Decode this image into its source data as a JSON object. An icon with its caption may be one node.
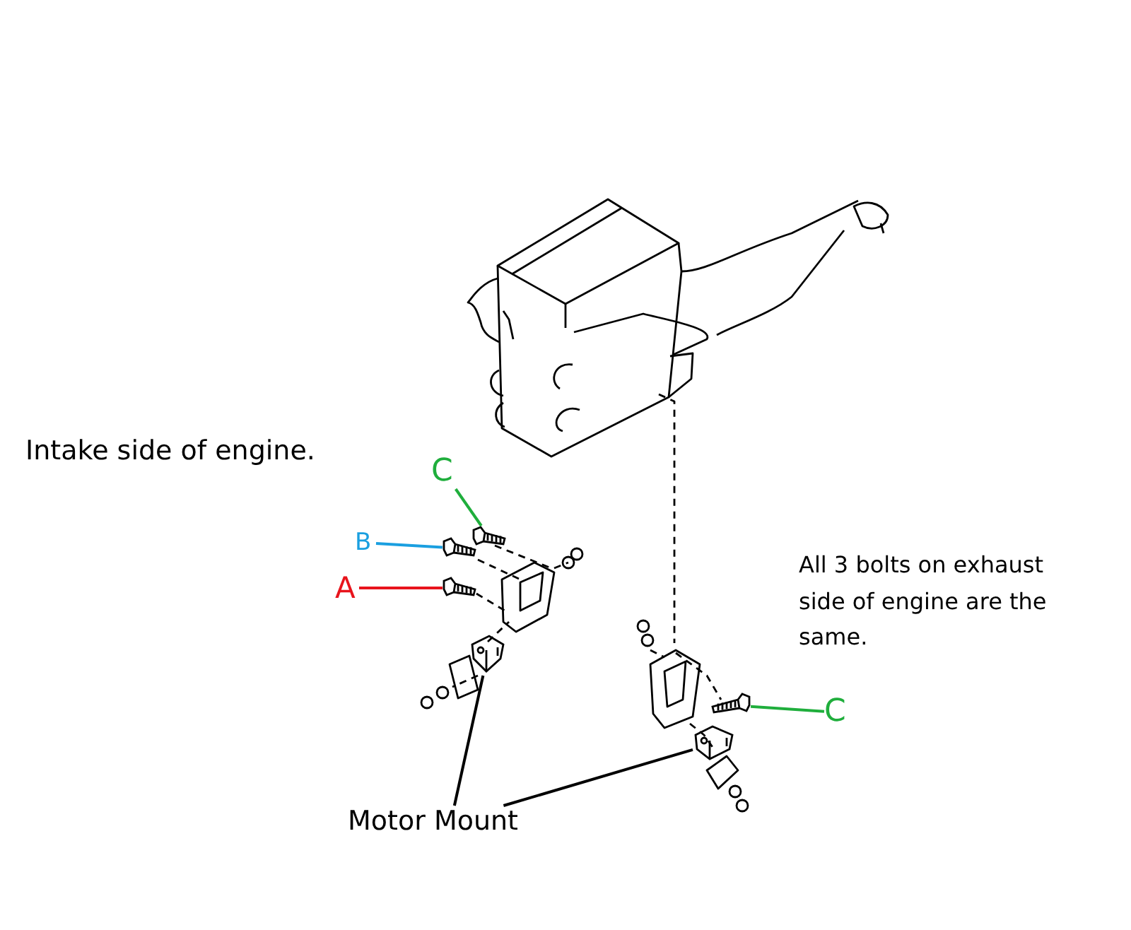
{
  "diagram": {
    "nodes": [
      {
        "text": [
          "C"
        ]
      },
      {
        "text": [
          "B"
        ]
      },
      {
        "text": [
          "A"
        ]
      },
      {
        "text": [
          "C"
        ]
      },
      {
        "text": [
          "Motor Mount"
        ]
      },
      {
        "text": [],
        "shape": "picture"
      },
      {
        "text": [],
        "shape": "picture"
      },
      {
        "text": [],
        "shape": "picture"
      },
      {
        "text": [],
        "shape": "picture"
      },
      {
        "text": [],
        "shape": "picture"
      },
      {
        "text": [],
        "shape": "picture"
      }
    ],
    "edges": [
      {
        "from": 0,
        "to": 5,
        "arrow": "none",
        "color": "#1fae3c"
      },
      {
        "from": 1,
        "to": 6,
        "arrow": "none",
        "color": "#1a9fe0"
      },
      {
        "from": 2,
        "to": 7,
        "arrow": "none",
        "color": "#e8141c"
      },
      {
        "from": 3,
        "to": 8,
        "arrow": "none",
        "color": "#1fae3c"
      },
      {
        "from": 4,
        "to": 9,
        "arrow": "none",
        "color": "#000000"
      },
      {
        "from": 4,
        "to": 10,
        "arrow": "none",
        "color": "#000000"
      }
    ],
    "labels": [
      "Intake side of engine.",
      "All 3 bolts on exhaust side of engine are the same."
    ]
  }
}
